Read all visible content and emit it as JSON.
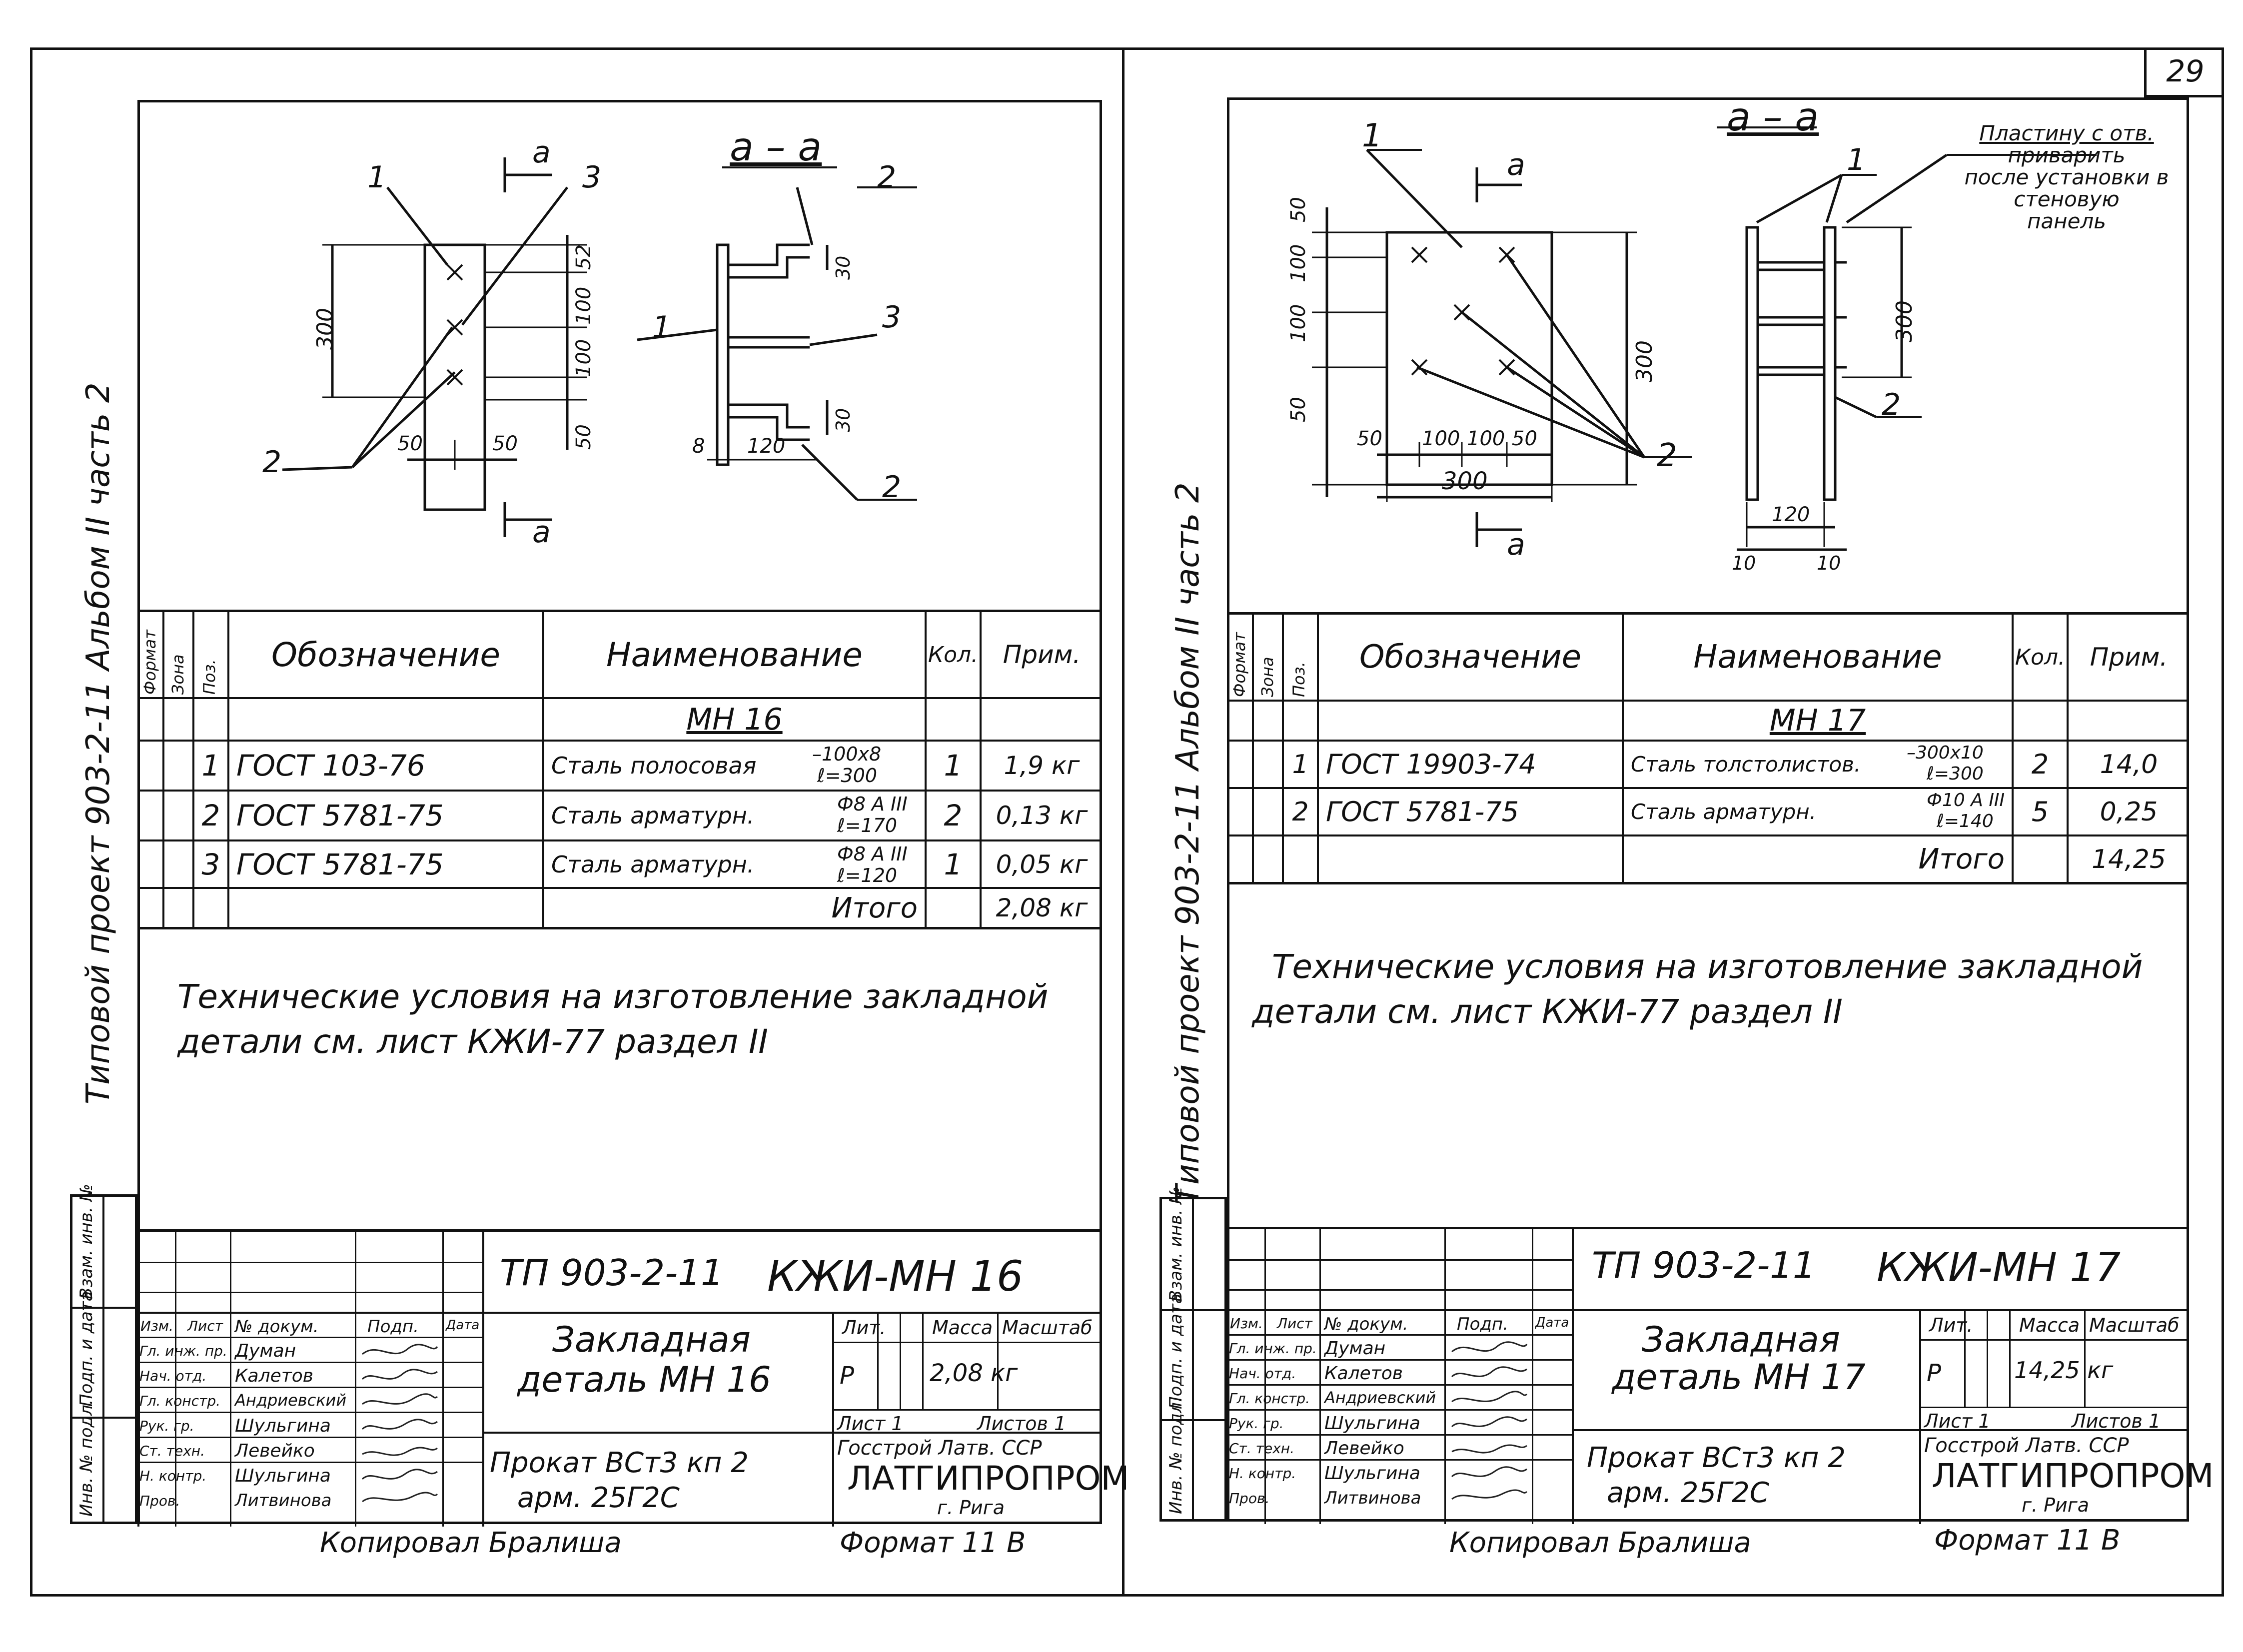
{
  "page_number": "29",
  "left": {
    "side_stamp": "Типовой проект 903-2-11 Альбом II часть 2",
    "section_label": "а – а",
    "section_mark": "а",
    "callouts": [
      "1",
      "2",
      "3"
    ],
    "dimensions": {
      "height_total": "300",
      "plate_top": "52",
      "pitch_1": "100",
      "pitch_2": "100",
      "plate_bottom": "50",
      "edge_left": "50",
      "edge_right": "50",
      "anchor_top": "30",
      "anchor_bottom": "30",
      "plate_thickness": "8",
      "anchor_length": "120"
    },
    "spec": {
      "headers": {
        "format": "Формат",
        "zone": "Зона",
        "pos": "Поз.",
        "designation": "Обозначение",
        "name": "Наименование",
        "qty": "Кол.",
        "note": "Прим."
      },
      "group_title": "МН 16",
      "rows": [
        {
          "pos": "1",
          "designation": "ГОСТ 103-76",
          "name": "Сталь полосовая",
          "size": "–100х8",
          "size2": "ℓ=300",
          "qty": "1",
          "note": "1,9 кг"
        },
        {
          "pos": "2",
          "designation": "ГОСТ 5781-75",
          "name": "Сталь арматурн.",
          "size": "Ф8 А III",
          "size2": "ℓ=170",
          "qty": "2",
          "note": "0,13 кг"
        },
        {
          "pos": "3",
          "designation": "ГОСТ 5781-75",
          "name": "Сталь арматурн.",
          "size": "Ф8 А III",
          "size2": "ℓ=120",
          "qty": "1",
          "note": "0,05 кг"
        }
      ],
      "total_label": "Итого",
      "total_value": "2,08 кг"
    },
    "notes": [
      "Технические условия на изготовление закладной",
      "детали см. лист КЖИ-77 раздел II"
    ],
    "title_block": {
      "project": "ТП 903-2-11",
      "sheet_code": "КЖИ-МН 16",
      "title_line1": "Закладная",
      "title_line2": "деталь МН 16",
      "material_line1": "Прокат ВСт3 кп 2",
      "material_line2": "арм. 25Г2С",
      "lit_label": "Лит.",
      "mass_label": "Масса",
      "scale_label": "Масштаб",
      "lit": "Р",
      "mass": "2,08 кг",
      "sheet": "Лист 1",
      "sheets": "Листов 1",
      "org_line1": "Госстрой Латв. ССР",
      "org_name": "ЛАТГИПРОПРОМ",
      "org_city": "г. Рига",
      "col_heads": [
        "Изм.",
        "Лист",
        "№ докум.",
        "Подп.",
        "Дата"
      ],
      "roles": [
        "Гл. инж. пр.",
        "Нач. отд.",
        "Гл. констр.",
        "Рук. гр.",
        "Ст. техн.",
        "Н. контр.",
        "Пров."
      ],
      "names": [
        "Думан",
        "Калетов",
        "Андриевский",
        "Шульгина",
        "Левейко",
        "Шульгина",
        "Литвинова"
      ],
      "side_cells": [
        "Инв. № подл.",
        "Подп. и дата",
        "Взам. инв. №"
      ]
    },
    "copied_by": "Копировал Бралиша",
    "format": "Формат 11 В"
  },
  "right": {
    "side_stamp": "Типовой проект 903-2-11 Альбом II часть 2",
    "section_label": "а – а",
    "section_mark": "а",
    "callouts": [
      "1",
      "2"
    ],
    "annotation": [
      "Пластину с отв.",
      "приварить",
      "после установки в",
      "стеновую",
      "панель"
    ],
    "dimensions": {
      "height_total": "300",
      "top": "50",
      "pitch_1": "100",
      "pitch_2": "100",
      "bottom": "50",
      "w_left": "50",
      "w_mid1": "100",
      "w_mid2": "100",
      "w_right": "50",
      "width_total": "300",
      "side_height": "300",
      "plate_t1": "10",
      "plate_t2": "10",
      "anchor_length": "120"
    },
    "spec": {
      "headers": {
        "format": "Формат",
        "zone": "Зона",
        "pos": "Поз.",
        "designation": "Обозначение",
        "name": "Наименование",
        "qty": "Кол.",
        "note": "Прим."
      },
      "group_title": "МН 17",
      "rows": [
        {
          "pos": "1",
          "designation": "ГОСТ 19903-74",
          "name": "Сталь толстолистов.",
          "size": "–300х10",
          "size2": "ℓ=300",
          "qty": "2",
          "note": "14,0"
        },
        {
          "pos": "2",
          "designation": "ГОСТ 5781-75",
          "name": "Сталь арматурн.",
          "size": "Ф10 А III",
          "size2": "ℓ=140",
          "qty": "5",
          "note": "0,25"
        }
      ],
      "total_label": "Итого",
      "total_value": "14,25"
    },
    "notes": [
      "Технические условия на изготовление закладной",
      "детали см. лист КЖИ-77 раздел II"
    ],
    "title_block": {
      "project": "ТП 903-2-11",
      "sheet_code": "КЖИ-МН 17",
      "title_line1": "Закладная",
      "title_line2": "деталь МН 17",
      "material_line1": "Прокат ВСт3 кп 2",
      "material_line2": "арм. 25Г2С",
      "lit_label": "Лит.",
      "mass_label": "Масса",
      "scale_label": "Масштаб",
      "lit": "Р",
      "mass": "14,25 кг",
      "sheet": "Лист 1",
      "sheets": "Листов 1",
      "org_line1": "Госстрой Латв. ССР",
      "org_name": "ЛАТГИПРОПРОМ",
      "org_city": "г. Рига",
      "col_heads": [
        "Изм.",
        "Лист",
        "№ докум.",
        "Подп.",
        "Дата"
      ],
      "roles": [
        "Гл. инж. пр.",
        "Нач. отд.",
        "Гл. констр.",
        "Рук. гр.",
        "Ст. техн.",
        "Н. контр.",
        "Пров."
      ],
      "names": [
        "Думан",
        "Калетов",
        "Андриевский",
        "Шульгина",
        "Левейко",
        "Шульгина",
        "Литвинова"
      ],
      "side_cells": [
        "Инв. № подл.",
        "Подп. и дата",
        "Взам. инв. №"
      ]
    },
    "copied_by": "Копировал Бралиша",
    "format": "Формат 11 В"
  }
}
